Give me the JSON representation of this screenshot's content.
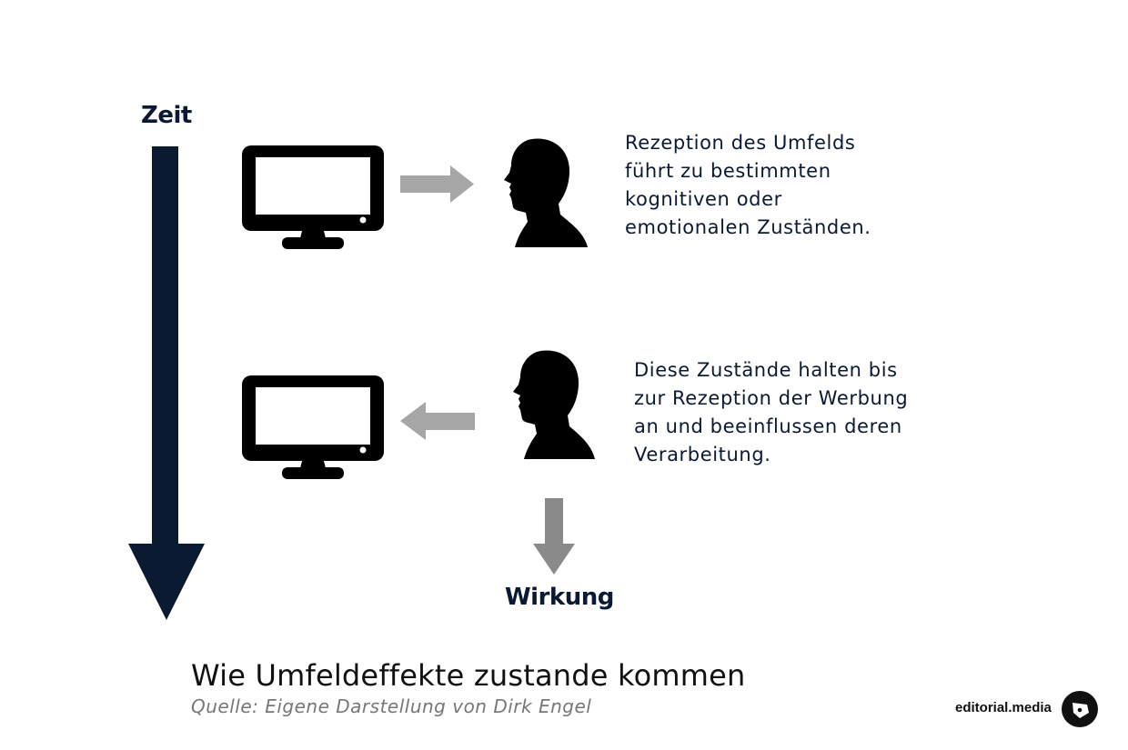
{
  "diagram": {
    "time_label": "Zeit",
    "effect_label": "Wirkung",
    "step1_text": "Rezeption des Umfelds\nführt zu bestimmten\nkognitiven oder\nemotionalen Zuständen.",
    "step2_text": "Diese Zustände halten bis\nzur Rezeption der Werbung\nan und beeinflussen deren\nVerarbeitung."
  },
  "caption": {
    "title": "Wie Umfeldeffekte zustande kommen",
    "source": "Quelle: Eigene Darstellung von Dirk Engel"
  },
  "brand": {
    "name": "editorial.media"
  },
  "colors": {
    "navy": "#0b1a33",
    "arrow_gray_light": "#a6a6a6",
    "arrow_gray_dark": "#8a8a8a",
    "icon_black": "#000000"
  },
  "icons": [
    "monitor-icon",
    "person-head-icon",
    "arrow-right-icon",
    "arrow-left-icon",
    "arrow-down-icon",
    "brand-logo-icon"
  ]
}
